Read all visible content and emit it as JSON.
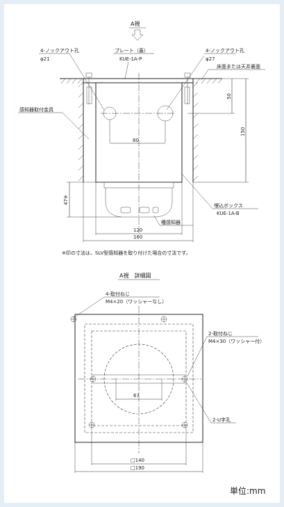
{
  "top_view": {
    "view_label": "A視",
    "knockout_left": {
      "title": "4-ノックアウト孔",
      "size": "φ21"
    },
    "plate": {
      "title": "プレート（蓋）",
      "model": "KUE-1A-P"
    },
    "knockout_right": {
      "title": "4-ノックアウト孔",
      "size": "φ27"
    },
    "ceiling_note": "床面または天井裏面",
    "fitting_label": "感知器取付金具",
    "dim_80": "80",
    "dim_50": "50",
    "dim_150": "150",
    "dim_47": "47※",
    "detector_label": "種感知器",
    "box_title": "埋込ボックス",
    "box_model": "KUE-1A-B",
    "dim_120": "120",
    "dim_160": "160",
    "footnote": "※印の寸法は、SLV型感知器を取り付けた場合の寸法です。"
  },
  "detail_view": {
    "title": "A視　詳細図",
    "screw_left_title": "4-取付ねじ",
    "screw_left_spec": "M4×20（ワッシャーなし）",
    "screw_right_title": "2-取付ねじ",
    "screw_right_spec": "M4×30（ワッシャー付）",
    "dim_67": "67",
    "u_hole_label": "2-U字孔",
    "dim_140": "□140",
    "dim_190": "□190"
  },
  "unit_label": "単位:mm"
}
